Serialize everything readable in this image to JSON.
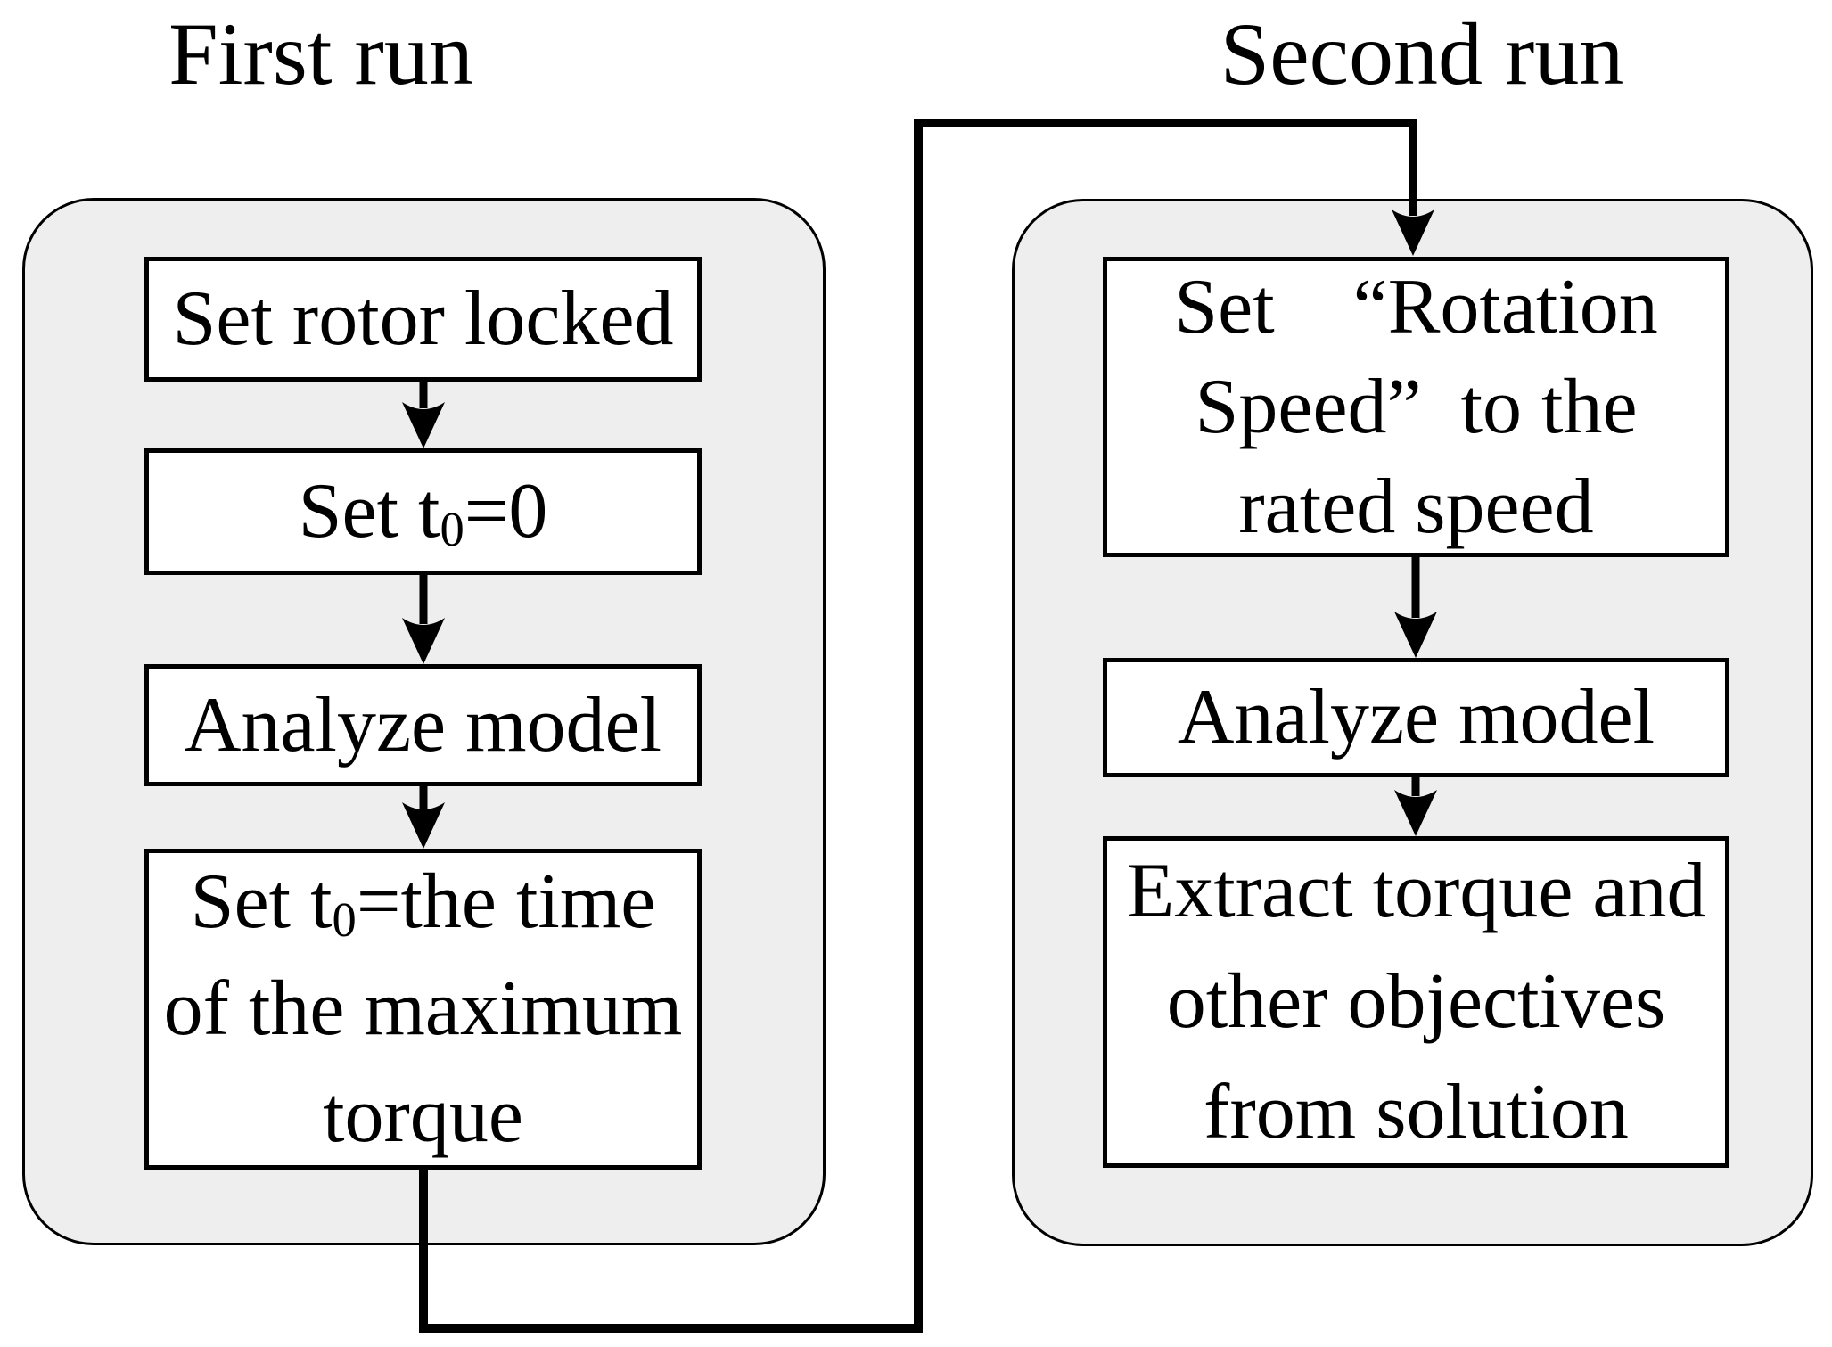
{
  "colors": {
    "line": "#000000",
    "panel_fill": "#eeeeee",
    "box_fill": "#ffffff"
  },
  "first_run": {
    "title": "First run",
    "step1": {
      "label": "Set rotor locked"
    },
    "step2": {
      "prefix": "Set t",
      "sub": "0",
      "suffix": "=0"
    },
    "step3": {
      "label": "Analyze model"
    },
    "step4": {
      "line1": {
        "prefix": "Set t",
        "sub": "0",
        "suffix": "=the time"
      },
      "line2": "of the maximum",
      "line3": "torque"
    }
  },
  "second_run": {
    "title": "Second run",
    "step1": {
      "line1": "Set “Rotation",
      "line2": "Speed” to the",
      "line3": "rated speed"
    },
    "step2": {
      "label": "Analyze model"
    },
    "step3": {
      "line1": "Extract torque and",
      "line2": "other objectives",
      "line3": "from solution"
    }
  }
}
